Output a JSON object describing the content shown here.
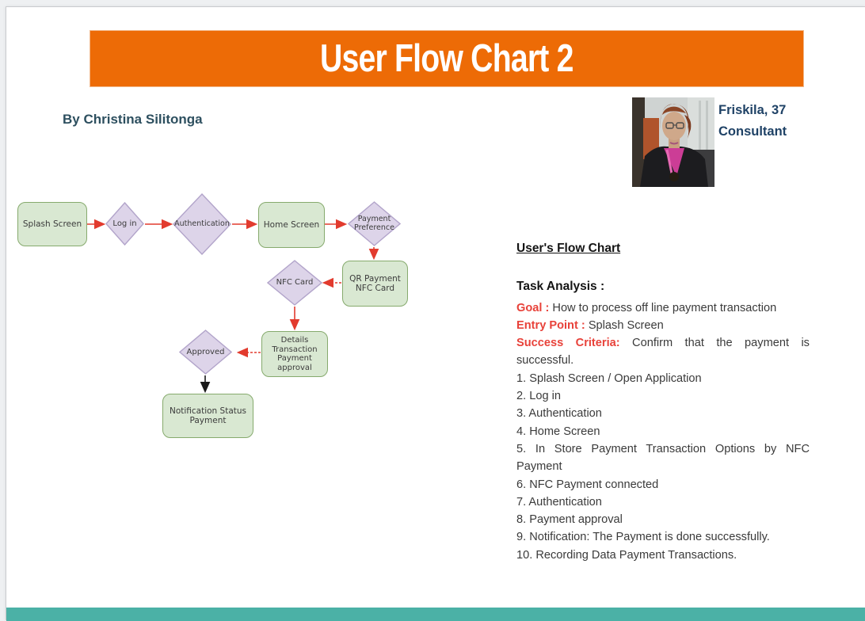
{
  "slide": {
    "title": "User Flow Chart 2",
    "author": "By Christina Silitonga",
    "persona": {
      "name": "Friskila, 37",
      "role": "Consultant",
      "photo": "portrait-photo-of-consultant"
    },
    "colors": {
      "banner_orange": "#ED6B06",
      "bottom_teal": "#4BB1A6",
      "process_fill": "#d9e8d2",
      "process_border": "#86aa6d",
      "decision_fill": "#ddd4e9",
      "decision_border": "#b2a4ca",
      "arrow_red": "#e23b2e",
      "arrow_black": "#1a1a1a",
      "red_label": "#e8423a"
    },
    "flowchart": {
      "nodes": [
        {
          "id": "splash",
          "type": "process",
          "label": "Splash Screen"
        },
        {
          "id": "login",
          "type": "decision",
          "label": "Log in"
        },
        {
          "id": "auth",
          "type": "decision",
          "label": "Authentication"
        },
        {
          "id": "home",
          "type": "process",
          "label": "Home Screen"
        },
        {
          "id": "paypref",
          "type": "decision",
          "label": "Payment\nPreference"
        },
        {
          "id": "qr",
          "type": "process",
          "label": "QR Payment\nNFC Card"
        },
        {
          "id": "nfc",
          "type": "decision",
          "label": "NFC Card"
        },
        {
          "id": "details",
          "type": "process",
          "label": "Details\nTransaction\nPayment\napproval"
        },
        {
          "id": "approved",
          "type": "decision",
          "label": "Approved"
        },
        {
          "id": "notif",
          "type": "process",
          "label": "Notification Status\nPayment"
        }
      ],
      "edges": [
        {
          "from": "splash",
          "to": "login",
          "color": "red",
          "style": "solid"
        },
        {
          "from": "login",
          "to": "auth",
          "color": "red",
          "style": "solid"
        },
        {
          "from": "auth",
          "to": "home",
          "color": "red",
          "style": "solid"
        },
        {
          "from": "home",
          "to": "paypref",
          "color": "red",
          "style": "solid"
        },
        {
          "from": "paypref",
          "to": "qr",
          "color": "red",
          "style": "solid"
        },
        {
          "from": "qr",
          "to": "nfc",
          "color": "red",
          "style": "dashed"
        },
        {
          "from": "nfc",
          "to": "details",
          "color": "red",
          "style": "solid"
        },
        {
          "from": "details",
          "to": "approved",
          "color": "red",
          "style": "dashed"
        },
        {
          "from": "approved",
          "to": "notif",
          "color": "black",
          "style": "solid"
        }
      ]
    },
    "notes": {
      "heading": "User's Flow Chart",
      "task_analysis_label": "Task Analysis :",
      "goal_label": "Goal : ",
      "goal_text": "How to process off line payment transaction",
      "entry_label": "Entry Point : ",
      "entry_text": "Splash Screen",
      "success_label": "Success Criteria: ",
      "success_text": "Confirm that the payment is successful.",
      "steps": [
        "1. Splash Screen / Open Application",
        "2. Log in",
        "3. Authentication",
        "4. Home Screen",
        "5. In Store Payment Transaction Options by NFC Payment",
        "6. NFC Payment connected",
        "7. Authentication",
        "8. Payment approval",
        "9. Notification: The Payment is done successfully.",
        "10. Recording Data Payment Transactions."
      ]
    }
  }
}
